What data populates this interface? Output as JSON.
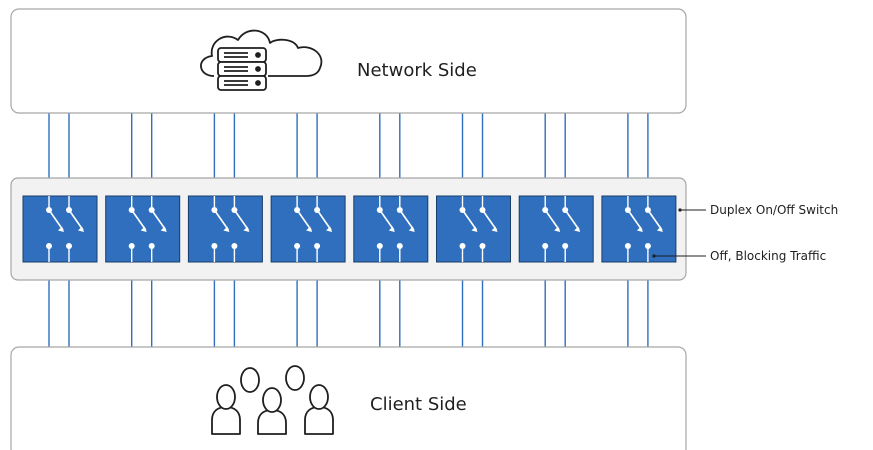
{
  "network_side": {
    "label": "Network Side",
    "icon": "cloud-server-icon"
  },
  "client_side": {
    "label": "Client Side",
    "icon": "users-icon"
  },
  "switch_panel": {
    "switch_count": 8,
    "switch_color": "#2f6fbd",
    "line_color": "#2f6fbd",
    "callouts": {
      "duplex_switch": "Duplex On/Off Switch",
      "blocking": "Off, Blocking Traffic"
    }
  },
  "colors": {
    "box_border": "#a6a6a6",
    "panel_fill": "#f2f2f2",
    "icon_stroke": "#1f1f1f"
  }
}
